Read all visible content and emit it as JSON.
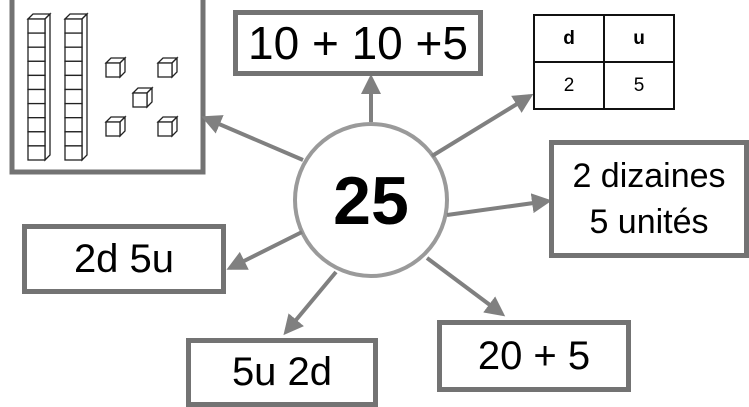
{
  "center": {
    "value": "25"
  },
  "boxes": {
    "sum10": "10 + 10 +5",
    "words_line1": "2 dizaines",
    "words_line2": "5 unités",
    "short_du": "2d 5u",
    "short_ud": "5u 2d",
    "sum20": "20 + 5"
  },
  "table": {
    "headers": [
      "d",
      "u"
    ],
    "values": [
      "2",
      "5"
    ]
  },
  "blocks": {
    "ten_rods": 2,
    "unit_cubes": 5
  },
  "colors": {
    "frame": "#737373",
    "arrow": "#808080",
    "text": "#000000"
  }
}
